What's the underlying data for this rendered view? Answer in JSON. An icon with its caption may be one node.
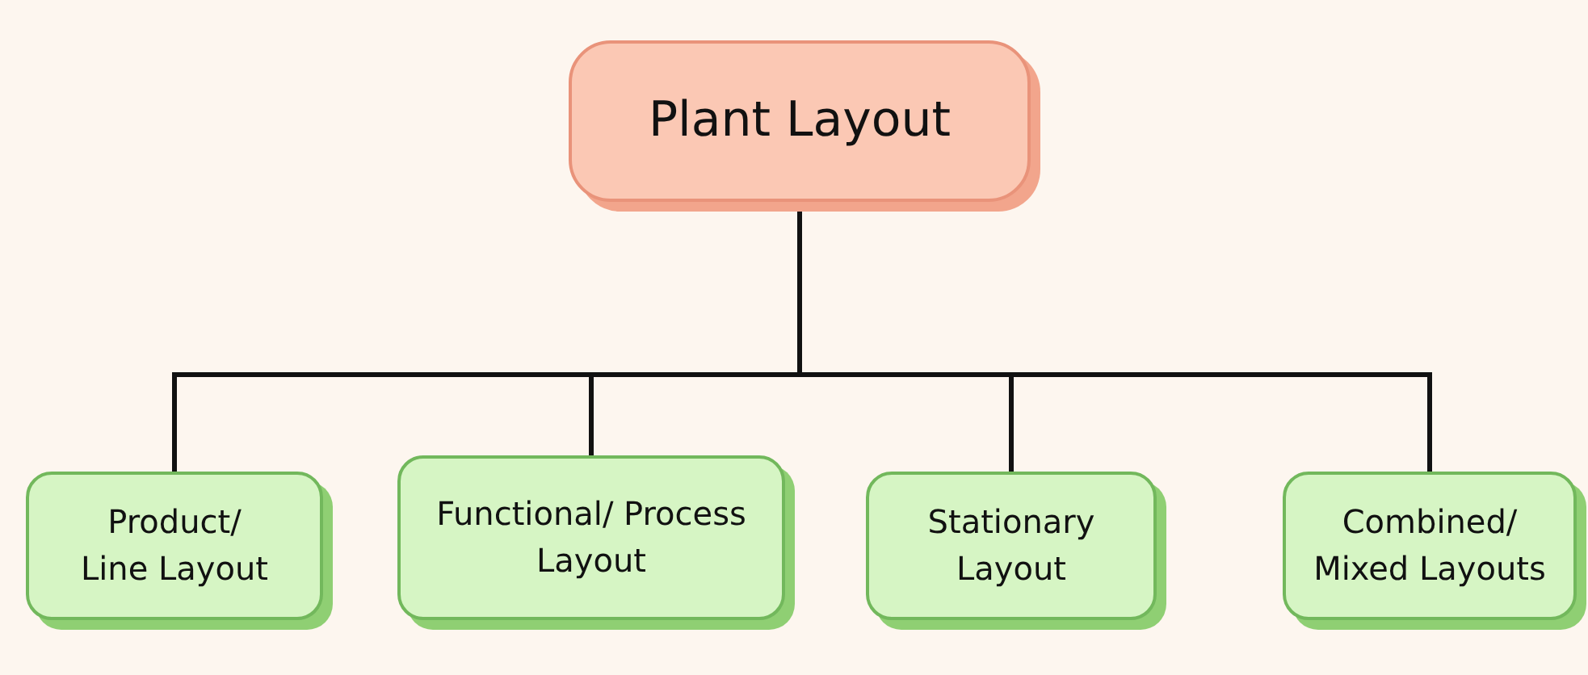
{
  "diagram": {
    "nodes": [
      {
        "text": [
          "Plant Layout"
        ]
      },
      {
        "text": [
          "Product/ Line Layout"
        ]
      },
      {
        "text": [
          "Functional/ Process Layout"
        ]
      },
      {
        "text": [
          "Stationary Layout"
        ]
      },
      {
        "text": [
          "Combined/ Mixed Layouts"
        ]
      }
    ],
    "edges": [
      {
        "from": 0,
        "to": 1,
        "arrow": "none"
      },
      {
        "from": 0,
        "to": 2,
        "arrow": "none"
      },
      {
        "from": 0,
        "to": 3,
        "arrow": "none"
      },
      {
        "from": 0,
        "to": 4,
        "arrow": "none"
      }
    ]
  }
}
